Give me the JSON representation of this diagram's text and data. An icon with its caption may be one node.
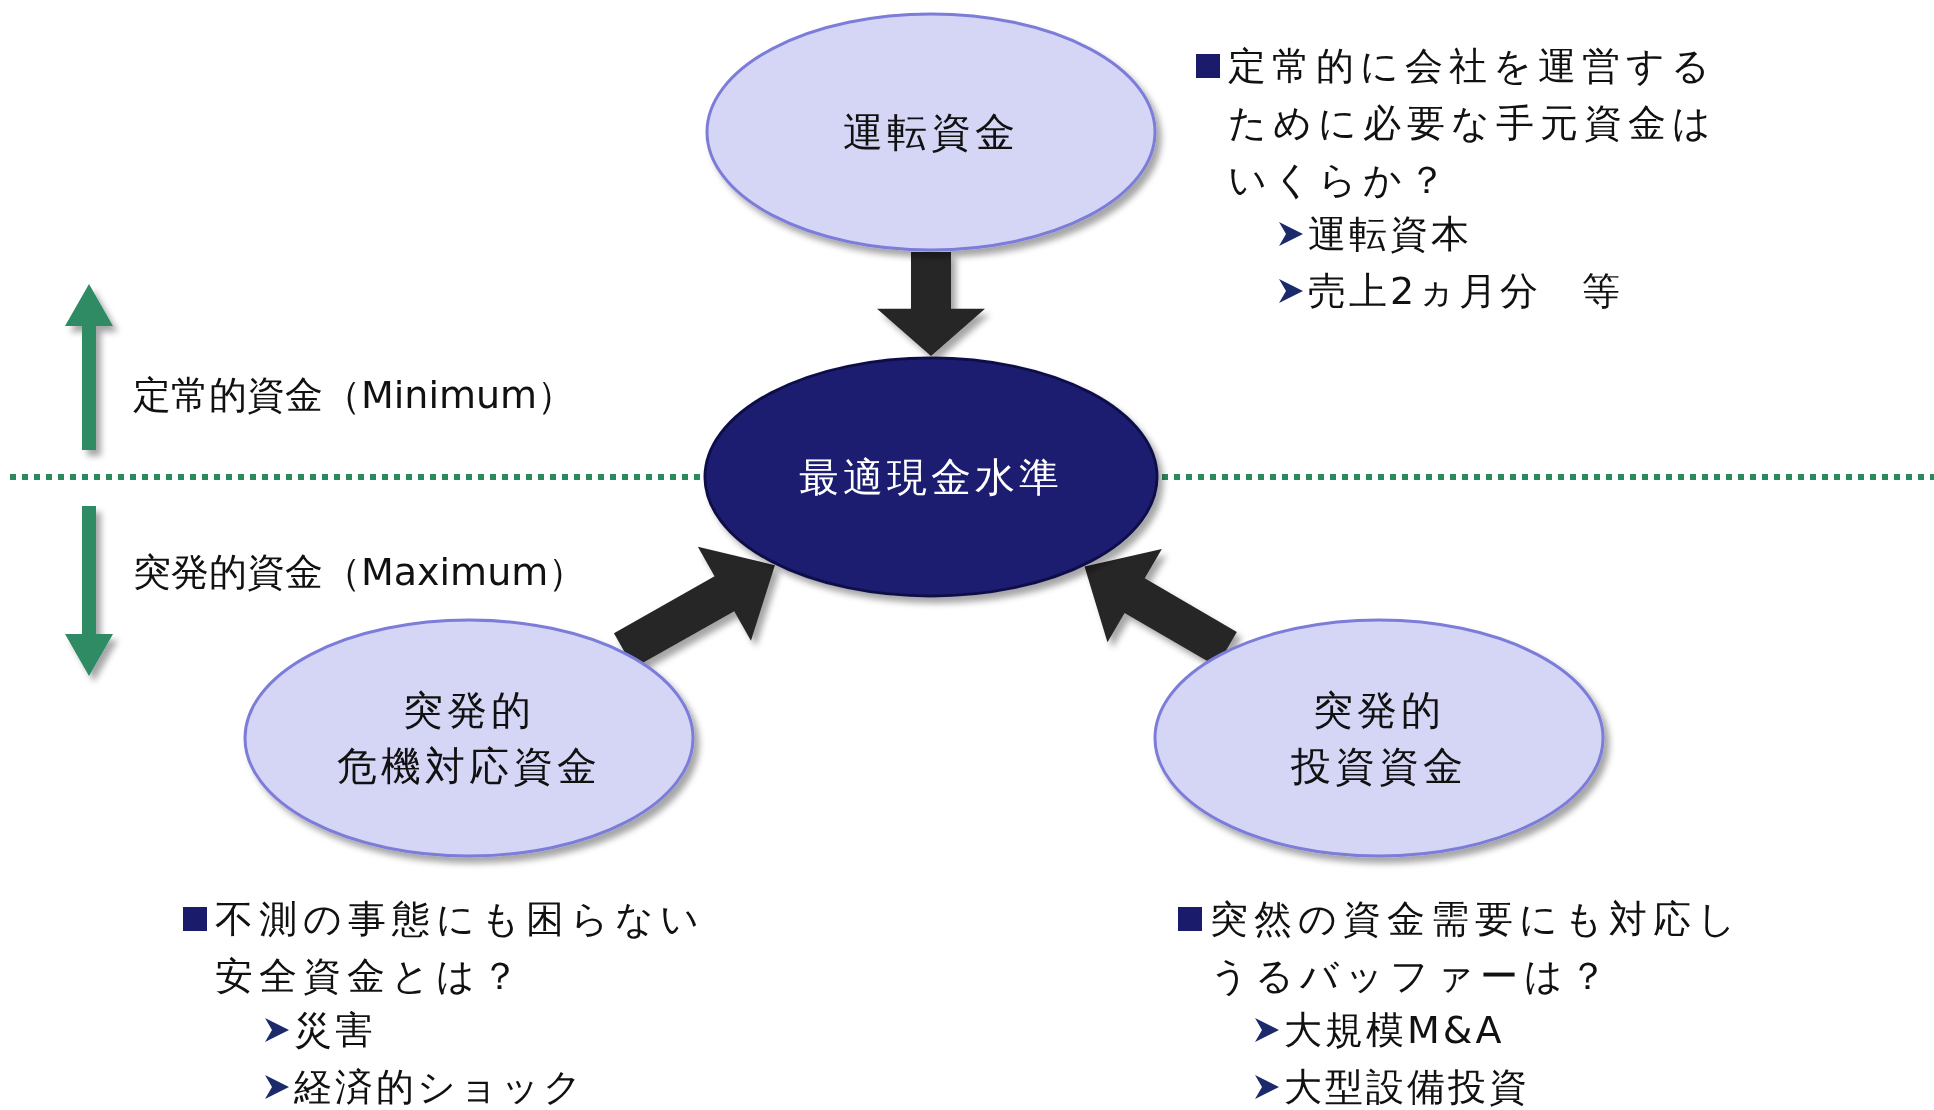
{
  "diagram": {
    "nodes": [
      {
        "text": [
          "運転資金"
        ],
        "beside": [
          "定常的に会社を運営するために必要な手元資金はいくらか？",
          "運転資本",
          "売上2ヵ月分　等"
        ]
      },
      {
        "text": [
          "最適現金水準"
        ]
      },
      {
        "text": [
          "突発的",
          "危機対応資金"
        ],
        "beside": [
          "不測の事態にも困らない安全資金とは？",
          "災害",
          "経済的ショック"
        ]
      },
      {
        "text": [
          "突発的",
          "投資資金"
        ],
        "beside": [
          "突然の資金需要にも対応しうるバッファーは？",
          "大規模M&A",
          "大型設備投資"
        ]
      }
    ],
    "edges": [
      {
        "from": 0,
        "to": 1,
        "arrow": "to",
        "style": "thick"
      },
      {
        "from": 2,
        "to": 1,
        "arrow": "to",
        "style": "thick"
      },
      {
        "from": 3,
        "to": 1,
        "arrow": "to",
        "style": "thick"
      }
    ],
    "labels": [
      "定常的資金（Minimum）",
      "突発的資金（Maximum）"
    ]
  }
}
